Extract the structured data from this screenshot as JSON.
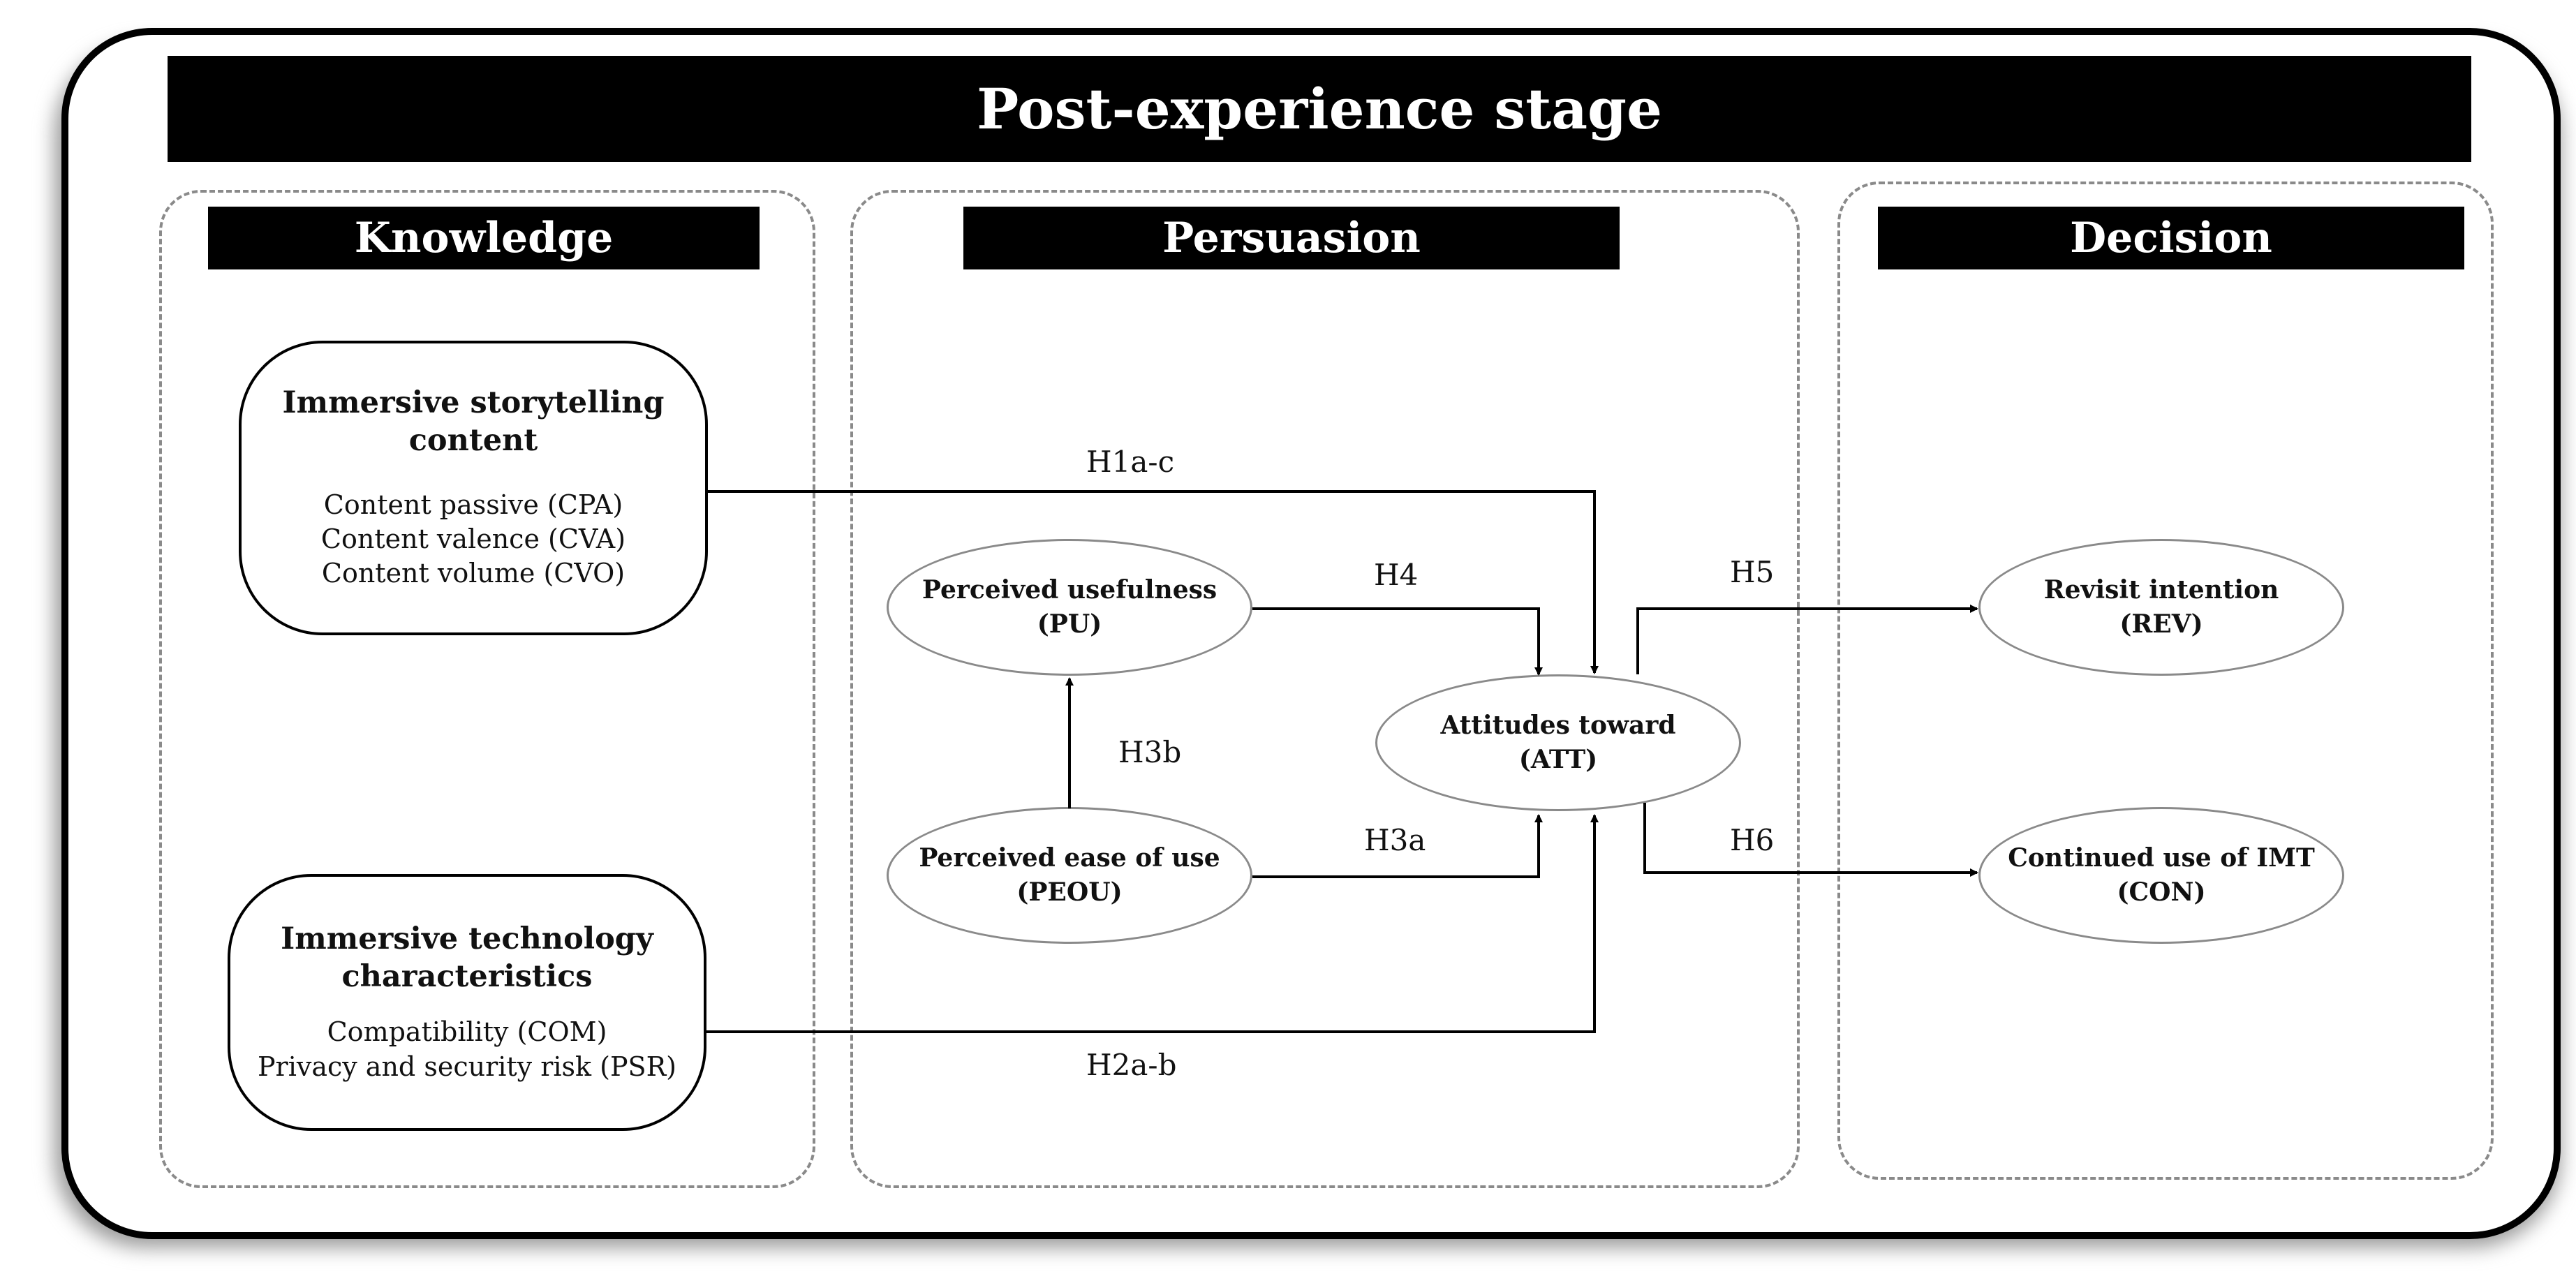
{
  "stage": "Post-experience stage",
  "sections": {
    "knowledge": "Knowledge",
    "persuasion": "Persuasion",
    "decision": "Decision"
  },
  "constructs": {
    "storytelling": {
      "title": "Immersive storytelling content",
      "items": [
        "Content passive (CPA)",
        "Content valence (CVA)",
        "Content volume (CVO)"
      ]
    },
    "technology": {
      "title_line1": "Immersive technology",
      "title_line2": "characteristics",
      "items": [
        "Compatibility (COM)",
        "Privacy and security risk (PSR)"
      ]
    },
    "pu": {
      "line1": "Perceived usefulness",
      "line2": "(PU)"
    },
    "peou": {
      "line1": "Perceived ease of use",
      "line2": "(PEOU)"
    },
    "att": {
      "line1": "Attitudes toward",
      "line2": "(ATT)"
    },
    "rev": {
      "line1": "Revisit intention",
      "line2": "(REV)"
    },
    "con": {
      "line1": "Continued use of IMT",
      "line2": "(CON)"
    }
  },
  "hypotheses": {
    "h1": "H1a-c",
    "h2": "H2a-b",
    "h3a": "H3a",
    "h3b": "H3b",
    "h4": "H4",
    "h5": "H5",
    "h6": "H6"
  }
}
